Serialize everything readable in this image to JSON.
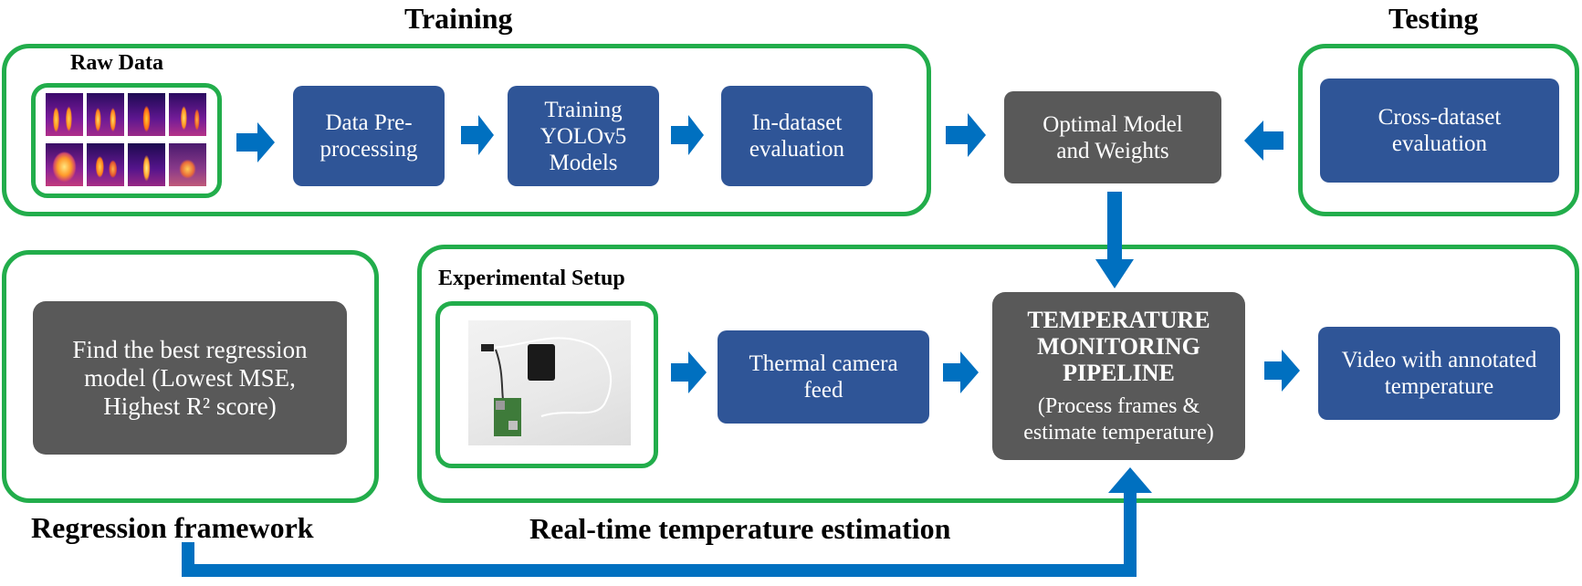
{
  "sections": {
    "training": "Training",
    "testing": "Testing",
    "raw_data": "Raw Data",
    "experimental_setup": "Experimental Setup",
    "regression_framework": "Regression framework",
    "realtime": "Real-time temperature estimation"
  },
  "boxes": {
    "preprocess": [
      "Data Pre-",
      "processing"
    ],
    "training": [
      "Training",
      "YOLOv5",
      "Models"
    ],
    "indataset": [
      "In-dataset",
      "evaluation"
    ],
    "optimal": [
      "Optimal Model",
      "and Weights"
    ],
    "crossdataset": [
      "Cross-dataset",
      "evaluation"
    ],
    "regression": [
      "Find the best regression",
      "model (Lowest MSE,",
      "Highest R² score)"
    ],
    "thermal": [
      "Thermal camera",
      "feed"
    ],
    "pipeline_title": [
      "TEMPERATURE",
      "MONITORING",
      "PIPELINE"
    ],
    "pipeline_sub": [
      "(Process frames &",
      "estimate temperature)"
    ],
    "video": [
      "Video with annotated",
      "temperature"
    ]
  },
  "colors": {
    "frame_green": "#22ad4b",
    "box_blue": "#2f5597",
    "box_gray": "#595959",
    "arrow_blue": "#0070c0"
  },
  "icons": {
    "thermal_thumbnails": "thermal-image-thumbnails",
    "setup_photo": "raspberry-pi-thermal-camera-photo"
  }
}
